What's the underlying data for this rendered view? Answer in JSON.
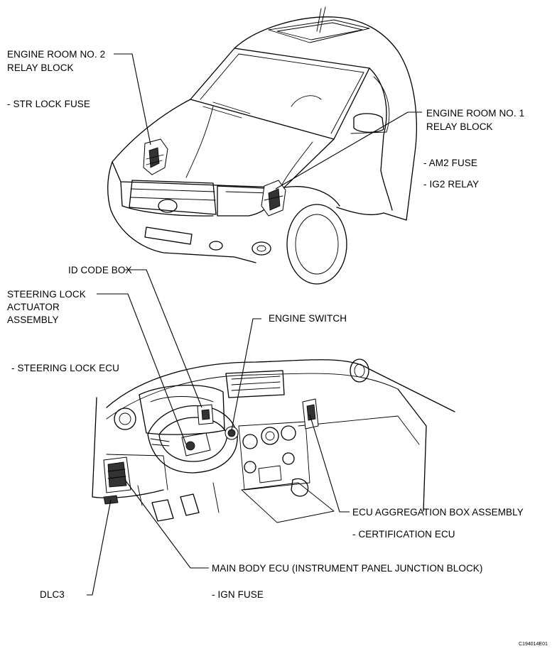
{
  "labels": {
    "engine_room_no2_line1": "ENGINE ROOM NO. 2",
    "engine_room_no2_line2": "RELAY BLOCK",
    "str_lock_fuse": "- STR LOCK FUSE",
    "engine_room_no1_line1": "ENGINE ROOM NO. 1",
    "engine_room_no1_line2": "RELAY BLOCK",
    "am2_fuse": "- AM2 FUSE",
    "ig2_relay": "- IG2 RELAY",
    "id_code_box": "ID CODE BOX",
    "steering_lock_line1": "STEERING LOCK",
    "steering_lock_line2": "ACTUATOR",
    "steering_lock_line3": "ASSEMBLY",
    "steering_lock_ecu": "- STEERING LOCK ECU",
    "engine_switch": "ENGINE SWITCH",
    "ecu_aggregation": "ECU AGGREGATION BOX ASSEMBLY",
    "certification_ecu": "- CERTIFICATION ECU",
    "main_body_ecu": "MAIN BODY ECU (INSTRUMENT PANEL JUNCTION BLOCK)",
    "ign_fuse": "- IGN FUSE",
    "dlc3": "DLC3"
  },
  "figure_code": "C194014E01"
}
